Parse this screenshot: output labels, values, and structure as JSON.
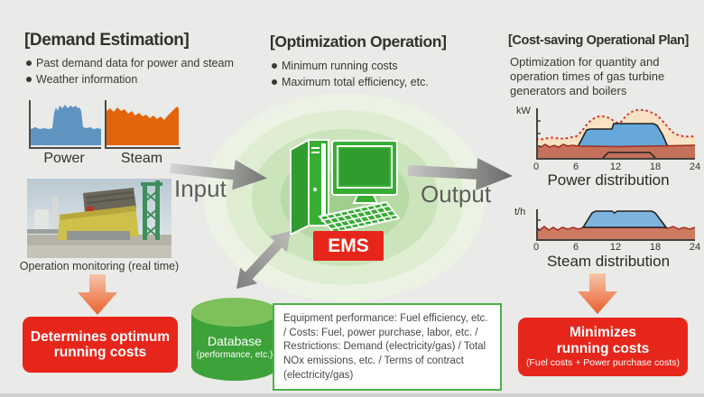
{
  "colors": {
    "background": "#eaeae8",
    "accent_red": "#e7261b",
    "accent_orange": "#e2650e",
    "accent_blue": "#6094c0",
    "accent_green": "#37ad33",
    "glow_green": "#a0cf8d"
  },
  "sections": {
    "demand": {
      "title": "[Demand Estimation]",
      "bullets": [
        "Past demand data for power and steam",
        "Weather information"
      ],
      "power_label": "Power",
      "steam_label": "Steam",
      "photo_caption": "Operation monitoring (real time)",
      "result": {
        "line1": "Determines optimum",
        "line2": "running costs"
      }
    },
    "optimization": {
      "title": "[Optimization Operation]",
      "bullets": [
        "Minimum running costs",
        "Maximum total efficiency, etc."
      ],
      "input_label": "Input",
      "output_label": "Output",
      "ems_label": "EMS"
    },
    "database": {
      "label": "Database",
      "sublabel": "(performance, etc.)"
    },
    "info_box": {
      "text": "Equipment performance: Fuel efficiency, etc. / Costs: Fuel, power purchase, labor, etc. / Restrictions: Demand (electricity/gas) / Total NOx emissions, etc. / Terms of contract (electricity/gas)"
    },
    "costsaving": {
      "title": "[Cost-saving Operational Plan]",
      "description": "Optimization for quantity and operation times of gas turbine generators and boilers",
      "charts": [
        {
          "y_label": "kW",
          "x_ticks": [
            "0",
            "6",
            "12",
            "18",
            "24"
          ],
          "caption": "Power distribution"
        },
        {
          "y_label": "t/h",
          "x_ticks": [
            "0",
            "6",
            "12",
            "18",
            "24"
          ],
          "caption": "Steam distribution"
        }
      ],
      "result": {
        "line1": "Minimizes",
        "line2": "running costs",
        "line3": "(Fuel costs + Power purchase costs)"
      }
    }
  },
  "chart_data": [
    {
      "id": "past-power-demand",
      "type": "area",
      "title": "Power",
      "description": "Unlabeled historical power demand: low overnight, high jagged plateau through midday, low again at end",
      "color": "#6094c0"
    },
    {
      "id": "past-steam-demand",
      "type": "area",
      "title": "Steam",
      "description": "Unlabeled historical steam demand: continuously high and jagged with mid dip and rise at right edge",
      "color": "#e2650e"
    },
    {
      "id": "power-distribution",
      "type": "area",
      "title": "Power distribution",
      "ylabel": "kW",
      "x": [
        0,
        6,
        12,
        18,
        24
      ],
      "xlim": [
        0,
        24
      ],
      "series": [
        {
          "name": "base band (bottom, wavy)",
          "color": "#c4705a",
          "approx_level": "constant low"
        },
        {
          "name": "gas turbine block",
          "color": "#66a8d9",
          "approx": "ramps up ~6h, plateau with step up at 12h, ramps down ~20h"
        },
        {
          "name": "purchased/other (cream)",
          "color": "#f9e2c3",
          "approx": "fills up to demand line"
        },
        {
          "name": "demand (dotted red line)",
          "color": "#e12c22",
          "approx": "two humps peaking near 9h and 15h, low at 0h and 24h"
        }
      ]
    },
    {
      "id": "steam-distribution",
      "type": "area",
      "title": "Steam distribution",
      "ylabel": "t/h",
      "x": [
        0,
        6,
        12,
        18,
        24
      ],
      "xlim": [
        0,
        24
      ],
      "series": [
        {
          "name": "base band (bottom, wavy)",
          "color": "#cd7b62",
          "approx_level": "constant low across full day"
        },
        {
          "name": "boiler/turbine block",
          "color": "#7fb3de",
          "approx": "ramps up ~7h, flat plateau with small notch at 12h, ramps down ~20h"
        }
      ]
    }
  ]
}
